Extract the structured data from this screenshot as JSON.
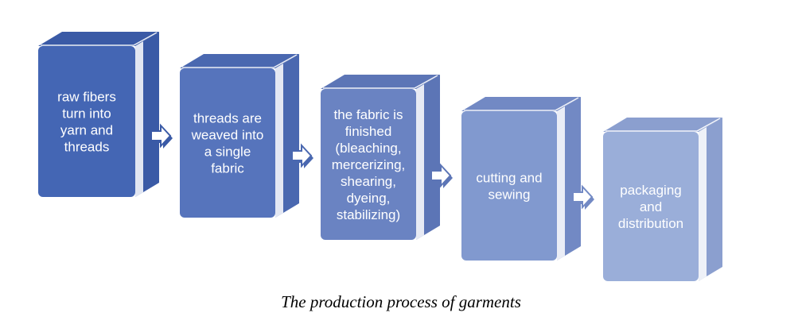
{
  "colors": {
    "step_fronts": [
      "#4466b4",
      "#5674bc",
      "#6a83c2",
      "#8199cf",
      "#9aaed9"
    ],
    "step_sides": [
      "#3a5aa6",
      "#4a68b0",
      "#5c75b6",
      "#7289c4",
      "#8b9fcf"
    ],
    "arrow_fill": "#ffffff",
    "text": "#ffffff"
  },
  "steps": [
    {
      "lines": [
        "raw fibers",
        "turn into",
        "yarn and",
        "threads"
      ]
    },
    {
      "lines": [
        "threads are",
        "weaved into",
        "a single",
        "fabric"
      ]
    },
    {
      "lines": [
        "the fabric is",
        "finished",
        "(bleaching,",
        "mercerizing,",
        "shearing,",
        "dyeing,",
        "stabilizing)"
      ]
    },
    {
      "lines": [
        "cutting and",
        "sewing"
      ]
    },
    {
      "lines": [
        "packaging",
        "and",
        "distribution"
      ]
    }
  ],
  "connector_icon": "right-arrow-icon",
  "caption": "The production process of garments"
}
